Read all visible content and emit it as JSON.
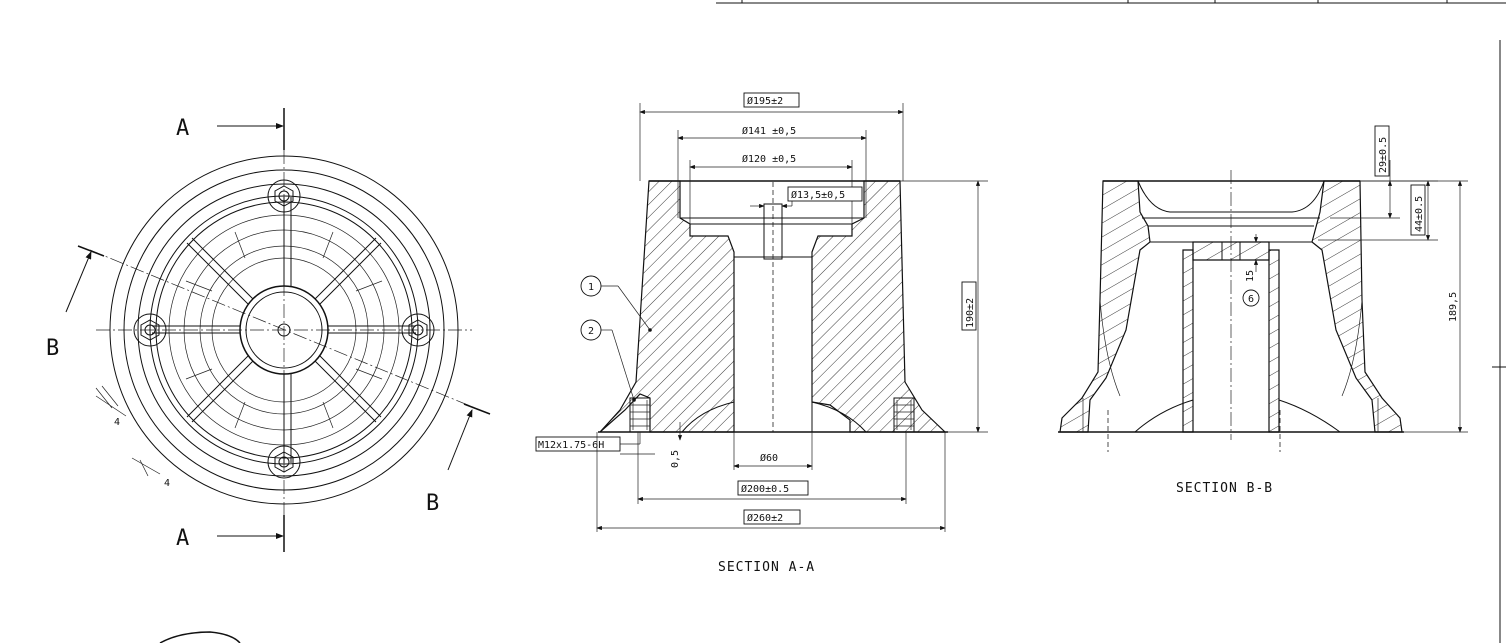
{
  "section_labels": {
    "a_top": "A",
    "a_bottom": "A",
    "b_left": "B",
    "b_right": "B"
  },
  "captions": {
    "section_aa": "SECTION A-A",
    "section_bb": "SECTION B-B"
  },
  "plan_view": {
    "small_dim_1": "4",
    "small_dim_2": "4"
  },
  "section_aa": {
    "dims": {
      "d195": "Ø195±2",
      "d141": "Ø141 ±0,5",
      "d120": "Ø120 ±0,5",
      "d13_5": "Ø13,5±0,5",
      "h190": "190±2",
      "thread": "M12x1.75-6H",
      "t0_5": "0,5",
      "d60": "Ø60",
      "d200": "Ø200±0.5",
      "d260": "Ø260±2"
    },
    "balloons": [
      "1",
      "2"
    ]
  },
  "section_bb": {
    "dims": {
      "h29": "29±0.5",
      "h44": "44±0.5",
      "h15": "15",
      "h189_5": "189,5"
    },
    "balloons": [
      "6"
    ]
  }
}
